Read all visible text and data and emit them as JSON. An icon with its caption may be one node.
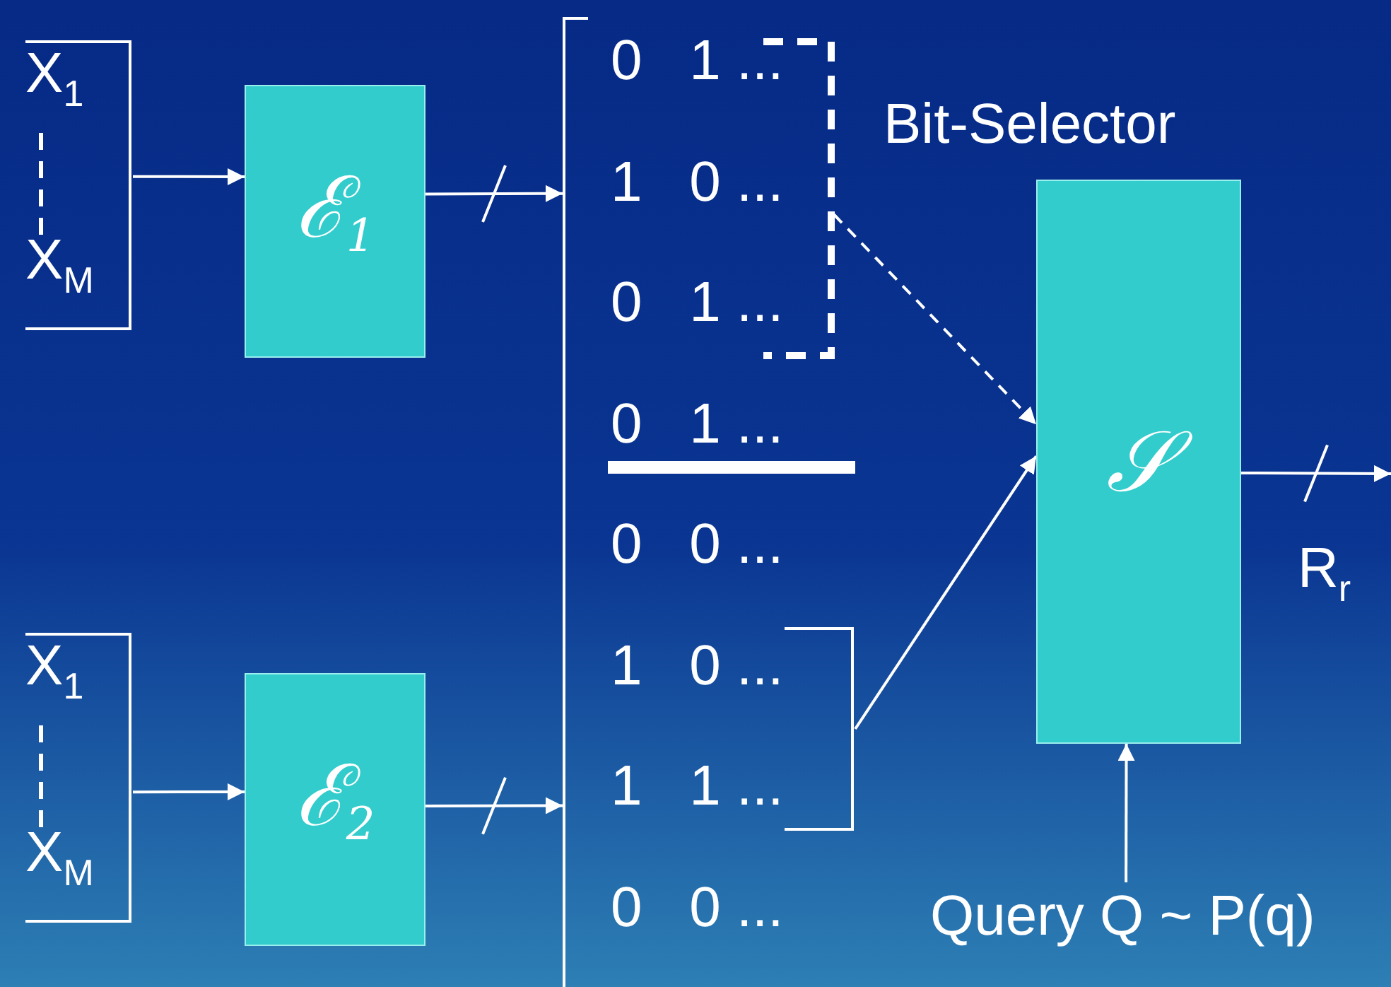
{
  "diagram": {
    "nodes": [
      {
        "text": [
          "X$_{1}$",
          "X$_{M}$"
        ]
      },
      {
        "text": [
          "ℰ$_{1}$"
        ]
      },
      {
        "text": [
          "X$_{1}$",
          "X$_{M}$"
        ]
      },
      {
        "text": [
          "ℰ$_{2}$"
        ]
      },
      {
        "text": [
          "0   1 ...",
          "1   0 ...",
          "0   1 ...",
          "0   1 ...",
          "0   0 ...",
          "1   0 ...",
          "1   1 ...",
          "0   0 ..."
        ]
      },
      {
        "text": [],
        "shape": "bracket",
        "in": 4
      },
      {
        "text": [],
        "shape": "bracket",
        "in": 4
      },
      {
        "text": [
          "𝒮"
        ]
      },
      {
        "text": [
          "Query Q ~ P(q)"
        ]
      }
    ],
    "edges": [
      {
        "from": 0,
        "to": 1,
        "arrow": "to"
      },
      {
        "from": 1,
        "to": 4,
        "arrow": "to"
      },
      {
        "from": 2,
        "to": 3,
        "arrow": "to"
      },
      {
        "from": 3,
        "to": 4,
        "arrow": "to"
      },
      {
        "from": 5,
        "to": 7,
        "arrow": "to",
        "style": "dashed"
      },
      {
        "from": 6,
        "to": 7,
        "arrow": "to"
      },
      {
        "from": 8,
        "to": 7,
        "arrow": "to"
      },
      {
        "from": 7,
        "to": null,
        "arrow": "to",
        "label": "R$_{r}$"
      }
    ],
    "labels": [
      "Bit-Selector"
    ]
  }
}
